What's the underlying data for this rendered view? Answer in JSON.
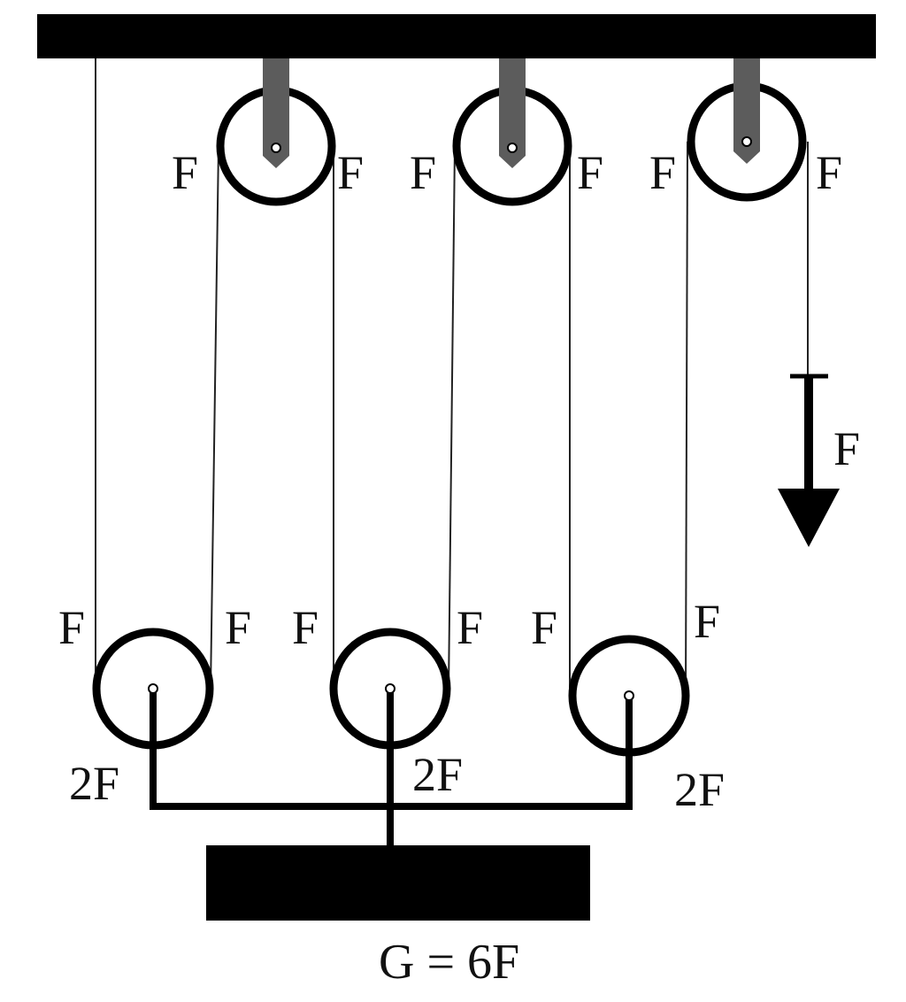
{
  "colors": {
    "ink": "#000000",
    "bracket": "#5c5c5c",
    "rope": "#222222",
    "background": "#ffffff"
  },
  "labels": {
    "top_pulley_1_left": "F",
    "top_pulley_1_right": "F",
    "top_pulley_2_left": "F",
    "top_pulley_2_right": "F",
    "top_pulley_3_left": "F",
    "top_pulley_3_right": "F",
    "pull_force": "F",
    "bottom_pulley_1_left": "F",
    "bottom_pulley_1_right": "F",
    "bottom_pulley_2_left": "F",
    "bottom_pulley_2_right": "F",
    "bottom_pulley_3_left": "F",
    "bottom_pulley_3_right": "F",
    "bottom_pulley_1_load": "2F",
    "bottom_pulley_2_load": "2F",
    "bottom_pulley_3_load": "2F",
    "weight": "G = 6F"
  }
}
